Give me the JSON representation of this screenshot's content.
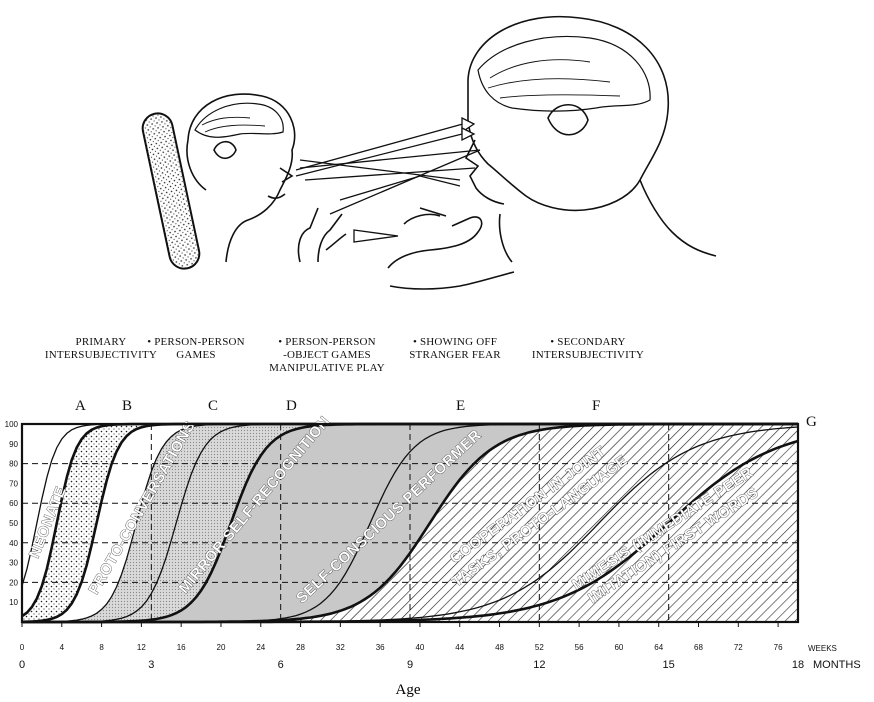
{
  "milestones": [
    {
      "id": "m1",
      "lines": [
        "PRIMARY",
        "INTERSUBJECTIVITY"
      ]
    },
    {
      "id": "m2",
      "lines": [
        "• PERSON-PERSON",
        "GAMES"
      ]
    },
    {
      "id": "m3",
      "lines": [
        "• PERSON-PERSON",
        "-OBJECT GAMES",
        "MANIPULATIVE PLAY"
      ]
    },
    {
      "id": "m4",
      "lines": [
        "• SHOWING OFF",
        "STRANGER FEAR"
      ]
    },
    {
      "id": "m5",
      "lines": [
        "• SECONDARY",
        "INTERSUBJECTIVITY"
      ]
    }
  ],
  "stage_letters": [
    "A",
    "B",
    "C",
    "D",
    "E",
    "F",
    "G"
  ],
  "band_labels": [
    {
      "lines": [
        "NEONATE"
      ]
    },
    {
      "lines": [
        "PROTO-CONVERSATIONS"
      ]
    },
    {
      "lines": [
        "MIRROR SELF-RECOGNITION"
      ]
    },
    {
      "lines": [
        "SELF-CONSCIOUS PERFORMER"
      ]
    },
    {
      "lines": [
        "COOPERATION IN JOINT",
        "TASKS, PROTO-LANGUAGE"
      ]
    },
    {
      "lines": [
        "MIMESIS  (IMMEDIATE PEER",
        "IMITATION)  FIRST WORDS"
      ]
    }
  ],
  "chart_data": {
    "type": "area",
    "xlabel": "Age",
    "x_unit_label": "WEEKS",
    "x2_unit_label": "MONTHS",
    "xlim": [
      0,
      78
    ],
    "ylim": [
      0,
      100
    ],
    "week_ticks": [
      "0",
      "4",
      "8",
      "12",
      "16",
      "20",
      "24",
      "28",
      "32",
      "36",
      "40",
      "44",
      "48",
      "52",
      "56",
      "60",
      "64",
      "68",
      "72",
      "76"
    ],
    "month_ticks": [
      {
        "week": 0,
        "label": "0"
      },
      {
        "week": 13,
        "label": "3"
      },
      {
        "week": 26,
        "label": "6"
      },
      {
        "week": 39,
        "label": "9"
      },
      {
        "week": 52,
        "label": "12"
      },
      {
        "week": 65,
        "label": "15"
      },
      {
        "week": 78,
        "label": "18"
      }
    ],
    "y_ticks": [
      "10",
      "20",
      "30",
      "40",
      "50",
      "60",
      "70",
      "80",
      "90",
      "100"
    ],
    "grid": "dashed",
    "curves": [
      {
        "stage": "A",
        "mid": 1.5,
        "spread": 1.0,
        "bold": false
      },
      {
        "stage": "A",
        "mid": 3.5,
        "spread": 1.0,
        "bold": true
      },
      {
        "stage": "B",
        "mid": 7.5,
        "spread": 1.1,
        "bold": true
      },
      {
        "stage": "B",
        "mid": 11.5,
        "spread": 1.3,
        "bold": false
      },
      {
        "stage": "C",
        "mid": 15.5,
        "spread": 1.4,
        "bold": false
      },
      {
        "stage": "C",
        "mid": 21.0,
        "spread": 1.8,
        "bold": true
      },
      {
        "stage": "D",
        "mid": 35.0,
        "spread": 2.2,
        "bold": false
      },
      {
        "stage": "D",
        "mid": 41.0,
        "spread": 3.2,
        "bold": true
      },
      {
        "stage": "E",
        "mid": 58.0,
        "spread": 4.8,
        "bold": false
      },
      {
        "stage": "F",
        "mid": 65.0,
        "spread": 5.5,
        "bold": true
      }
    ]
  }
}
